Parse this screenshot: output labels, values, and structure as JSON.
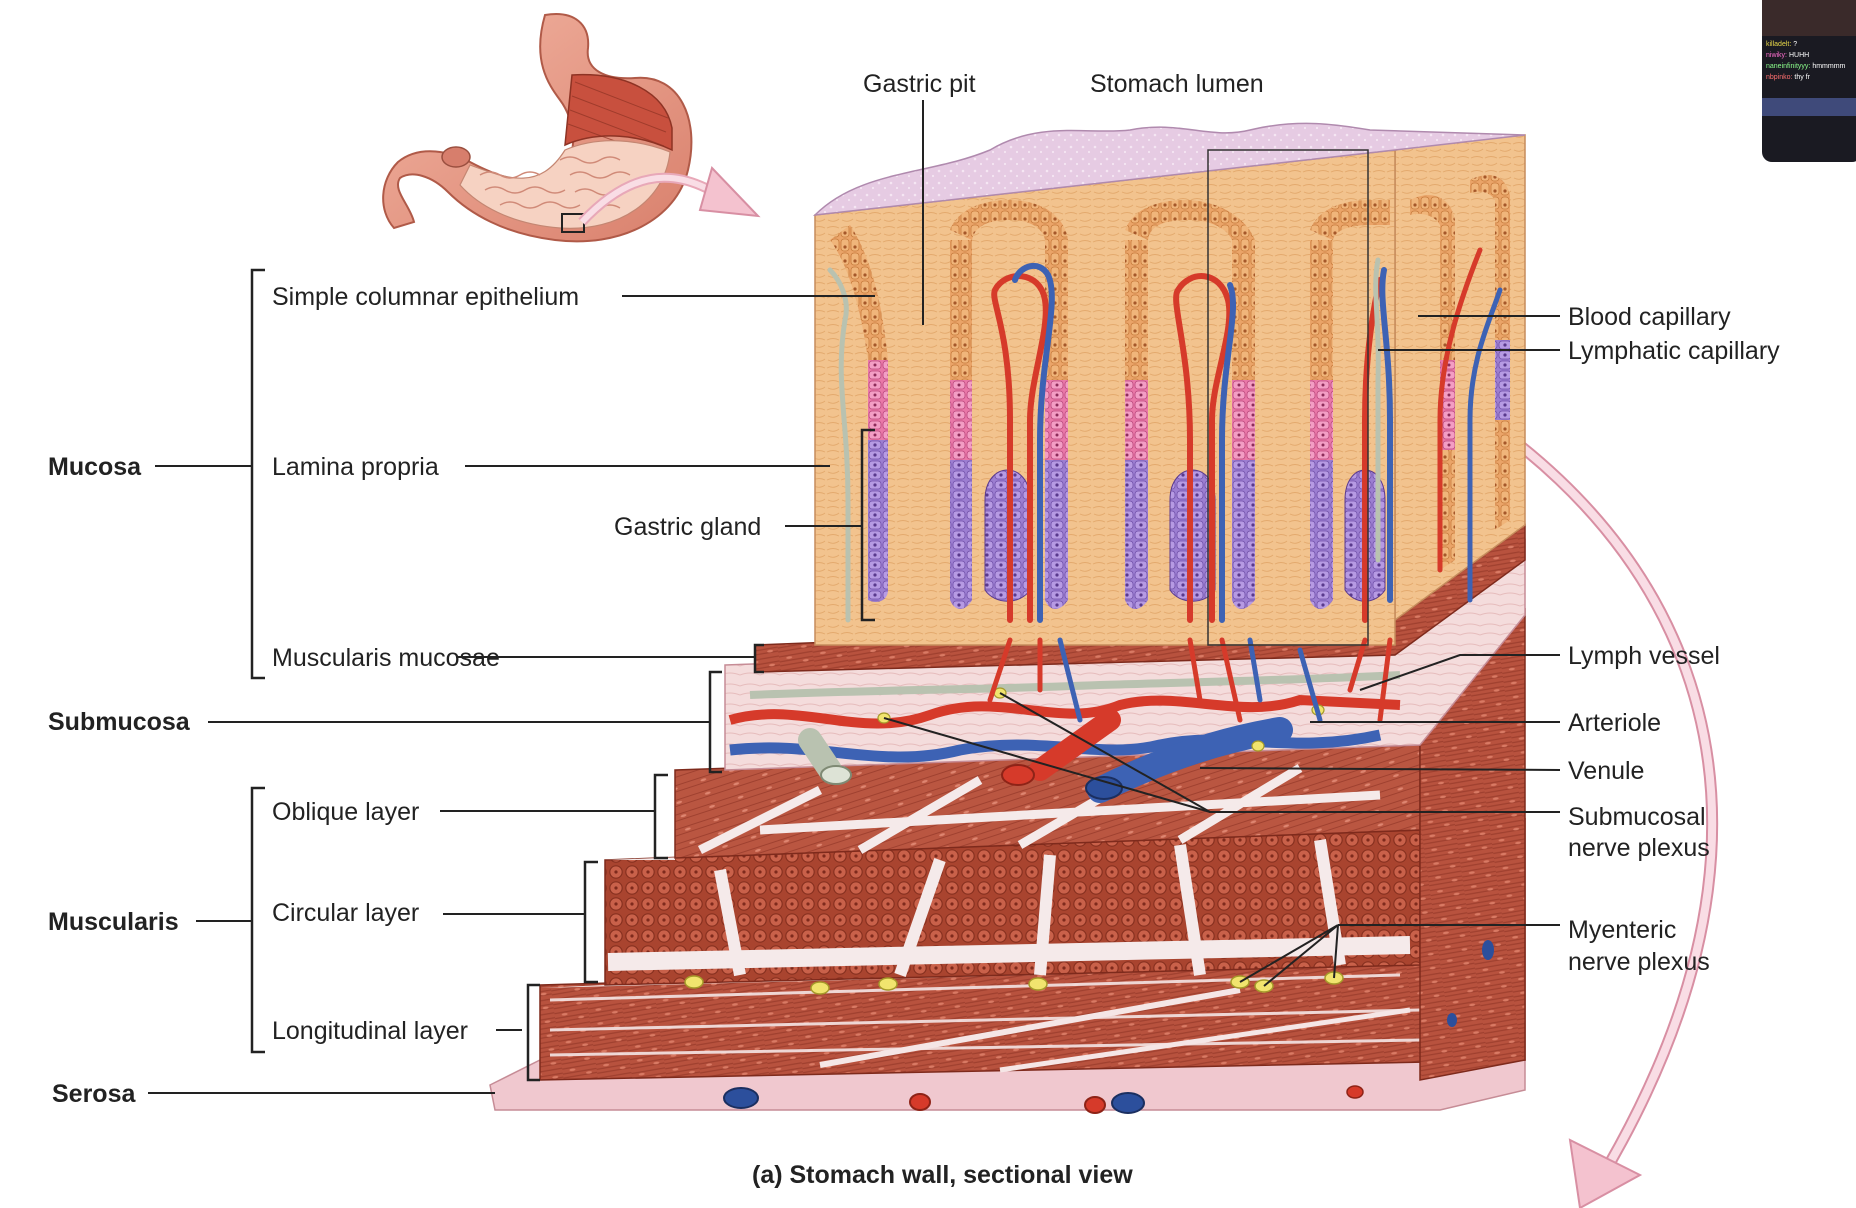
{
  "figure": {
    "caption": "(a) Stomach wall, sectional view"
  },
  "layers": {
    "mucosa": "Mucosa",
    "submucosa": "Submucosa",
    "muscularis": "Muscularis",
    "serosa": "Serosa"
  },
  "sublabels": {
    "simple_columnar_epithelium": "Simple columnar epithelium",
    "lamina_propria": "Lamina propria",
    "gastric_gland": "Gastric gland",
    "muscularis_mucosae": "Muscularis mucosae",
    "oblique_layer": "Oblique layer",
    "circular_layer": "Circular layer",
    "longitudinal_layer": "Longitudinal layer"
  },
  "top_labels": {
    "gastric_pit": "Gastric pit",
    "stomach_lumen": "Stomach lumen"
  },
  "right_labels": {
    "blood_capillary": "Blood capillary",
    "lymphatic_capillary": "Lymphatic capillary",
    "lymph_vessel": "Lymph vessel",
    "arteriole": "Arteriole",
    "venule": "Venule",
    "submucosal_plexus_line1": "Submucosal",
    "submucosal_plexus_line2": "nerve plexus",
    "myenteric_plexus_line1": "Myenteric",
    "myenteric_plexus_line2": "nerve plexus"
  },
  "stream_overlay": {
    "messages": [
      {
        "user": "killadelt:",
        "text": "?",
        "color": "#e8d84a"
      },
      {
        "user": "niwiky:",
        "text": "HUHH",
        "color": "#ff6fd0"
      },
      {
        "user": "naneinfinityyy:",
        "text": "hmmmmm",
        "color": "#8cff8c"
      },
      {
        "user": "nbpinko:",
        "text": "thy fr",
        "color": "#ff7070"
      }
    ]
  },
  "colors": {
    "muscle": "#b8523e",
    "muscle_dark": "#8e3324",
    "connective": "#f3d9d9",
    "lamina": "#f2c38e",
    "epithelium": "#e9a165",
    "artery": "#d63a2a",
    "vein": "#3d62b4",
    "lymph": "#b9c2b0",
    "nerve": "#f1e46e",
    "stomach_outer": "#e7a08e",
    "lumen": "#e6cbe3"
  }
}
